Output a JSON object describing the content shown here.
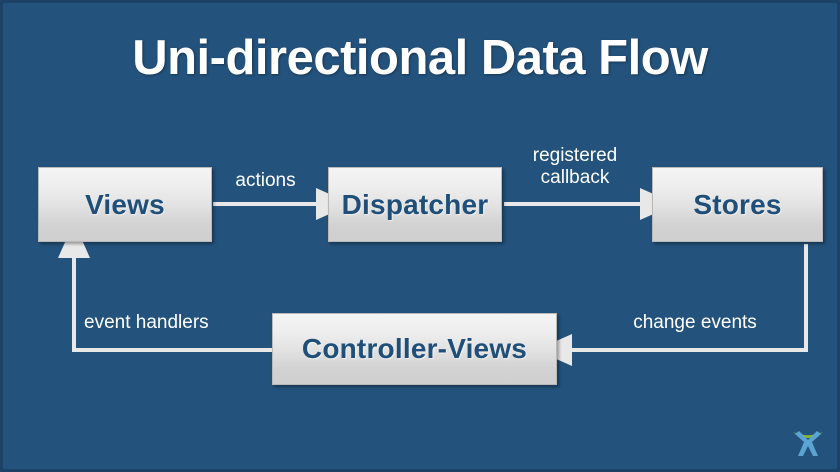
{
  "slide": {
    "title": "Uni-directional Data Flow",
    "background_color": "#23527c",
    "title_color": "#ffffff",
    "node_text_color": "#1f4e79",
    "arrow_color": "#e8e8e8",
    "label_color": "#ffffff"
  },
  "nodes": [
    {
      "id": "views",
      "label": "Views"
    },
    {
      "id": "dispatcher",
      "label": "Dispatcher"
    },
    {
      "id": "stores",
      "label": "Stores"
    },
    {
      "id": "controller_views",
      "label": "Controller-Views"
    }
  ],
  "edges": [
    {
      "id": "views_to_dispatcher",
      "label": "actions",
      "from": "views",
      "to": "dispatcher"
    },
    {
      "id": "dispatcher_to_stores",
      "label": "registered\ncallback",
      "from": "dispatcher",
      "to": "stores"
    },
    {
      "id": "stores_to_controller_views",
      "label": "change events",
      "from": "stores",
      "to": "controller_views"
    },
    {
      "id": "controller_views_to_views",
      "label": "event handlers",
      "from": "controller_views",
      "to": "views"
    }
  ],
  "logo": {
    "name": "figure-with-arc-logo",
    "figure_color": "#5ba3d0",
    "arc_color": "#8ab82e"
  }
}
